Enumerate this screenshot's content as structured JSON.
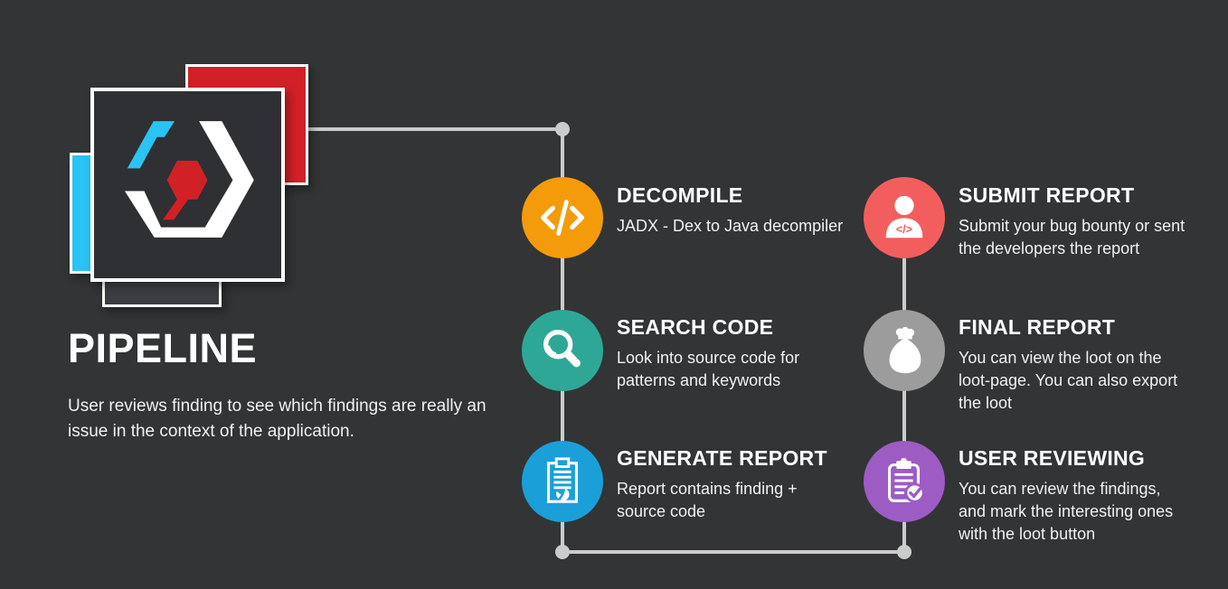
{
  "page": {
    "background": "#333436"
  },
  "connector": {
    "color": "#cbcbcb"
  },
  "logo": {
    "name": "code-scanner-logo",
    "colors": {
      "red": "#d22027",
      "cyan": "#29c4f3",
      "card_dark": "#2e3033",
      "strip_dark": "#3b3d40",
      "border": "#ffffff",
      "hex_blue": "#29c4f3",
      "hex_white": "#ffffff",
      "hex_red": "#d22027"
    }
  },
  "intro": {
    "title": "PIPELINE",
    "description": "User reviews finding to see which findings are really an\nissue in the context of the application."
  },
  "steps": [
    {
      "id": "decompile",
      "title": "DECOMPILE",
      "description": "JADX - Dex to Java decompiler",
      "color": "#f49b0c",
      "icon": "code-icon"
    },
    {
      "id": "search-code",
      "title": "SEARCH CODE",
      "description": "Look into source code for\npatterns and keywords",
      "color": "#2fa796",
      "icon": "magnifier-icon"
    },
    {
      "id": "generate-report",
      "title": "GENERATE REPORT",
      "description": "Report contains finding +\nsource code",
      "color": "#1b9fd9",
      "icon": "report-clipboard-icon"
    },
    {
      "id": "submit-report",
      "title": "SUBMIT REPORT",
      "description": "Submit your bug bounty or sent\nthe developers the report",
      "color": "#f25e5e",
      "icon": "person-code-icon"
    },
    {
      "id": "final-report",
      "title": "FINAL REPORT",
      "description": "You can view the loot on the\nloot-page. You can also export\nthe loot",
      "color": "#9c9c9c",
      "icon": "money-bag-icon"
    },
    {
      "id": "user-reviewing",
      "title": "USER REVIEWING",
      "description": "You can review the findings,\nand mark the interesting ones\nwith the loot button",
      "color": "#9d5bc4",
      "icon": "clipboard-check-icon"
    }
  ]
}
